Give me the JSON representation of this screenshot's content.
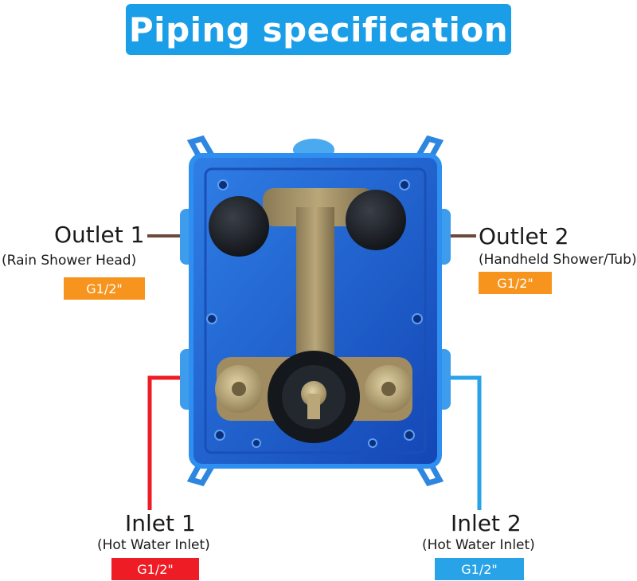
{
  "title": "Piping specification",
  "colors": {
    "title_bg": "#1a9ee8",
    "outlet_line": "#6b4a3c",
    "inlet1_line": "#ee1c25",
    "inlet2_line": "#29a3e8",
    "outlet_badge": "#f7941d",
    "inlet1_badge": "#ee1c25",
    "inlet2_badge": "#29a3e8",
    "box_body": "#1e5fd0"
  },
  "outlet1": {
    "name": "Outlet 1",
    "desc": "(Rain Shower Head)",
    "size": "G1/2\""
  },
  "outlet2": {
    "name": "Outlet 2",
    "desc": "(Handheld Shower/Tub)",
    "size": "G1/2\""
  },
  "inlet1": {
    "name": "Inlet 1",
    "desc": "(Hot Water Inlet)",
    "size": "G1/2\""
  },
  "inlet2": {
    "name": "Inlet 2",
    "desc": "(Hot Water Inlet)",
    "size": "G1/2\""
  }
}
